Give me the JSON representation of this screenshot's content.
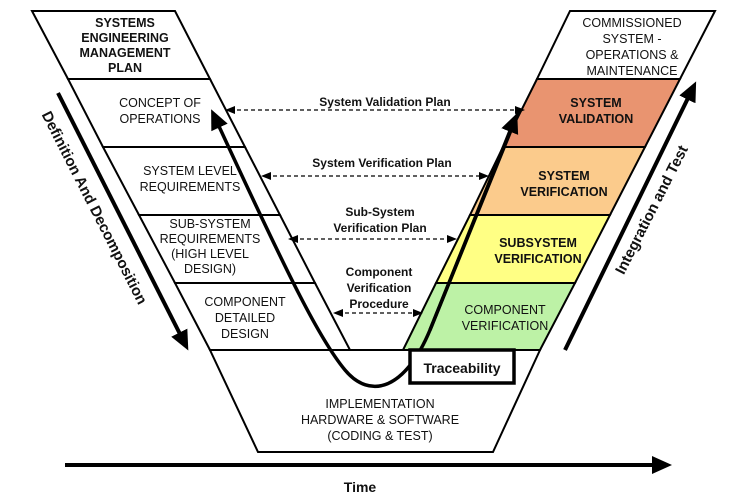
{
  "left": {
    "semp": [
      "SYSTEMS",
      "ENGINEERING",
      "MANAGEMENT",
      "PLAN"
    ],
    "conops": [
      "CONCEPT OF",
      "OPERATIONS"
    ],
    "sysreq": [
      "SYSTEM LEVEL",
      "REQUIREMENTS"
    ],
    "subreq": [
      "SUB-SYSTEM",
      "REQUIREMENTS",
      "(HIGH LEVEL",
      "DESIGN)"
    ],
    "comp": [
      "COMPONENT",
      "DETAILED",
      "DESIGN"
    ]
  },
  "bottom": [
    "IMPLEMENTATION",
    "HARDWARE & SOFTWARE",
    "(CODING & TEST)"
  ],
  "right": {
    "commissioned": [
      "COMMISSIONED",
      "SYSTEM -",
      "OPERATIONS &",
      "MAINTENANCE"
    ],
    "sysval": [
      "SYSTEM",
      "VALIDATION"
    ],
    "sysver": [
      "SYSTEM",
      "VERIFICATION"
    ],
    "subver": [
      "SUBSYSTEM",
      "VERIFICATION"
    ],
    "compver": [
      "COMPONENT",
      "VERIFICATION"
    ]
  },
  "plans": {
    "validation": "System Validation Plan",
    "verification": "System Verification Plan",
    "subsystem": [
      "Sub-System",
      "Verification Plan"
    ],
    "component": [
      "Component",
      "Verification",
      "Procedure"
    ]
  },
  "traceability": "Traceability",
  "axes": {
    "left": "Definition And Decomposition",
    "right": "Integration and Test",
    "time": "Time"
  },
  "colors": {
    "validation": "#E99470",
    "verification": "#FBCB8C",
    "subsystem": "#FFFF84",
    "component": "#BDF2A6"
  }
}
